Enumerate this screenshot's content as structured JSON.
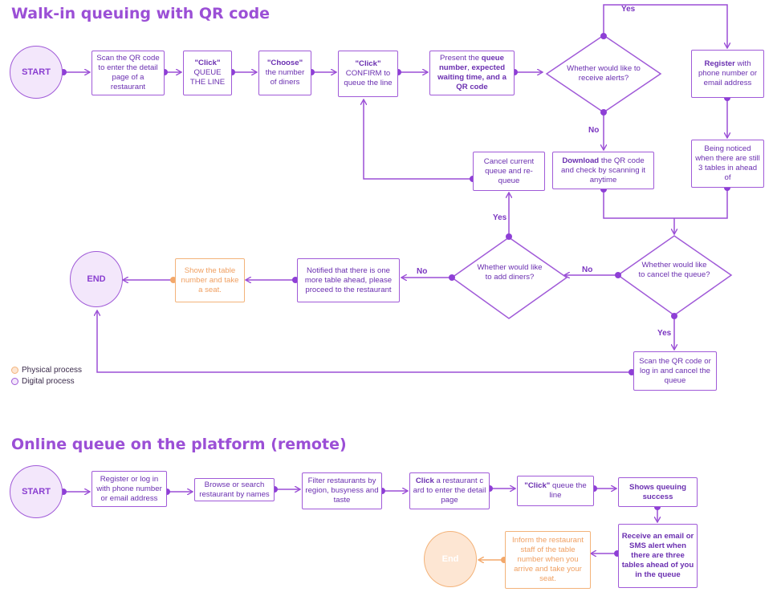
{
  "sections": {
    "walkin_title": "Walk-in queuing with QR code",
    "online_title": "Online queue on the platform (remote)"
  },
  "walkin": {
    "start": "START",
    "end": "END",
    "scan_qr": "Scan the QR code to enter the detail page of a restaurant",
    "click_queue": {
      "b": "\"Click\"",
      "t": " QUEUE THE LINE"
    },
    "choose_diners": {
      "b": "\"Choose\"",
      "t": " the number of diners"
    },
    "click_confirm": {
      "b": "\"Click\"",
      "t": " CONFIRM to queue the line"
    },
    "present": {
      "t1": "Present the ",
      "b1": "queue number",
      "t2": ", ",
      "b2": "expected waiting time, and a QR code"
    },
    "alerts_q": "Whether would like to receive alerts?",
    "register": {
      "b": "Register",
      "t": " with phone number or email address"
    },
    "noticed": "Being noticed when there are still 3 tables in ahead of",
    "download": {
      "b": "Download",
      "t": " the QR code and check by scanning it anytime"
    },
    "cancel_requeue": "Cancel current queue and re-queue",
    "add_diners_q": "Whether would like to add diners?",
    "cancel_queue_q": "Whether would like to cancel the queue?",
    "notified": "Notified that there is one more table ahead, please proceed to the restaurant",
    "show_table": "Show the table number and take a seat.",
    "scan_cancel": "Scan the QR code or log in and cancel the queue",
    "labels": {
      "yes_top": "Yes",
      "no_alerts": "No",
      "yes_add": "Yes",
      "no_add": "No",
      "no_cancel": "No",
      "yes_cancel": "Yes"
    }
  },
  "legend": {
    "physical": "Physical process",
    "digital": "Digital process"
  },
  "online": {
    "start": "START",
    "end": "End",
    "register": "Register or log in with  phone number or email address",
    "browse": "Browse or search restaurant by names",
    "filter": "Filter restaurants by region, busyness and taste",
    "click_card": {
      "b": "Click",
      "t": " a restaurant c ard to enter the detail page"
    },
    "click_queue": {
      "b": "\"Click\"",
      "t": " queue the line"
    },
    "success": {
      "b": "Shows queuing success"
    },
    "receive": {
      "b": "Receive an email or SMS alert when there are three tables ahead of you in the queue"
    },
    "inform": "Inform the restaurant staff of the table number when you arrive and take your seat."
  },
  "colors": {
    "digital": "#a05ad8",
    "physical": "#f3b37a",
    "title": "#9b4fd6"
  }
}
